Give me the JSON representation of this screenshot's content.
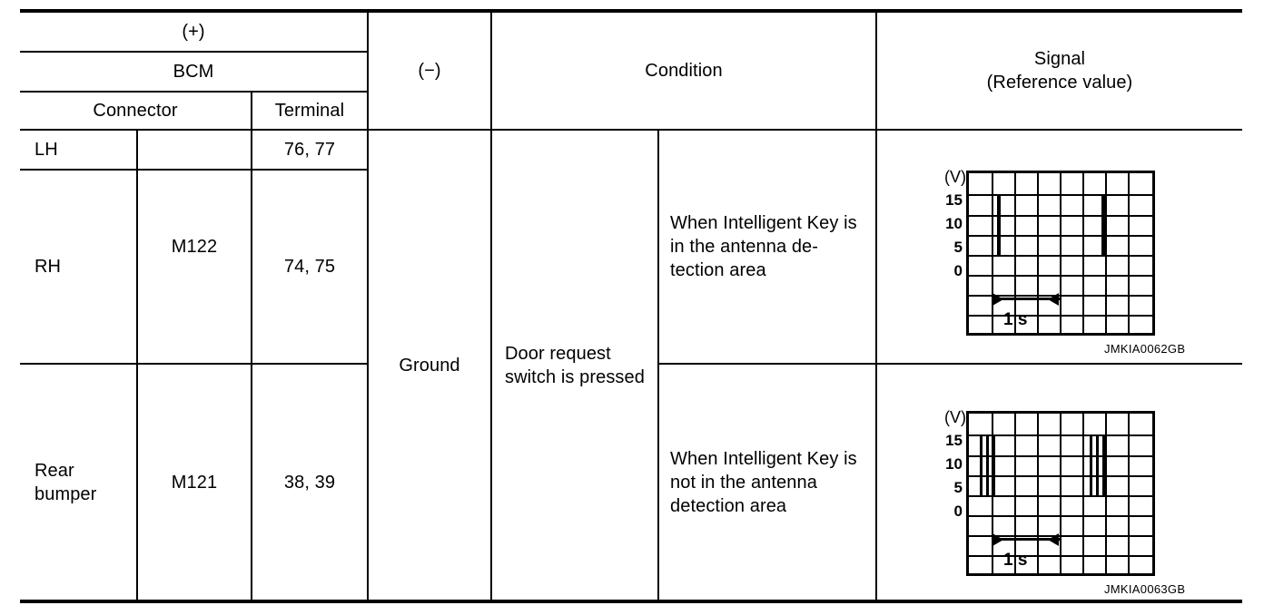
{
  "table": {
    "header": {
      "positive": "(+)",
      "bcm": "BCM",
      "connector": "Connector",
      "terminal": "Terminal",
      "negative": "(−)",
      "condition": "Condition",
      "signal_line1": "Signal",
      "signal_line2": "(Reference value)"
    },
    "rows": [
      {
        "connector_label": "LH",
        "connector": "M122",
        "terminal": "76, 77"
      },
      {
        "connector_label": "RH",
        "connector": "M122",
        "terminal": "74, 75"
      },
      {
        "connector_label": "Rear\nbumper",
        "connector": "M121",
        "terminal": "38, 39"
      }
    ],
    "ground": "Ground",
    "condition_common": "Door request switch is pressed",
    "conditions": [
      "When Intelligent Key is in the antenna de-tection area",
      "When Intelligent Key is not in the antenna detection area"
    ]
  },
  "figures": [
    {
      "id": "JMKIA0062GB",
      "unit": "(V)",
      "y_ticks": [
        "15",
        "10",
        "5",
        "0"
      ],
      "time_label": "1 s",
      "grid_cols": 8,
      "grid_rows": 8,
      "bursts": [
        {
          "x_cell": 1.22,
          "pulses": [
            0
          ]
        },
        {
          "x_cell": 5.8,
          "pulses": [
            0
          ]
        }
      ]
    },
    {
      "id": "JMKIA0063GB",
      "unit": "(V)",
      "y_ticks": [
        "15",
        "10",
        "5",
        "0"
      ],
      "time_label": "1 s",
      "grid_cols": 8,
      "grid_rows": 8,
      "bursts": [
        {
          "x_cell": 0.52,
          "pulses": [
            0,
            0.22,
            0.44
          ]
        },
        {
          "x_cell": 5.32,
          "pulses": [
            0,
            0.22,
            0.44
          ]
        }
      ]
    }
  ]
}
